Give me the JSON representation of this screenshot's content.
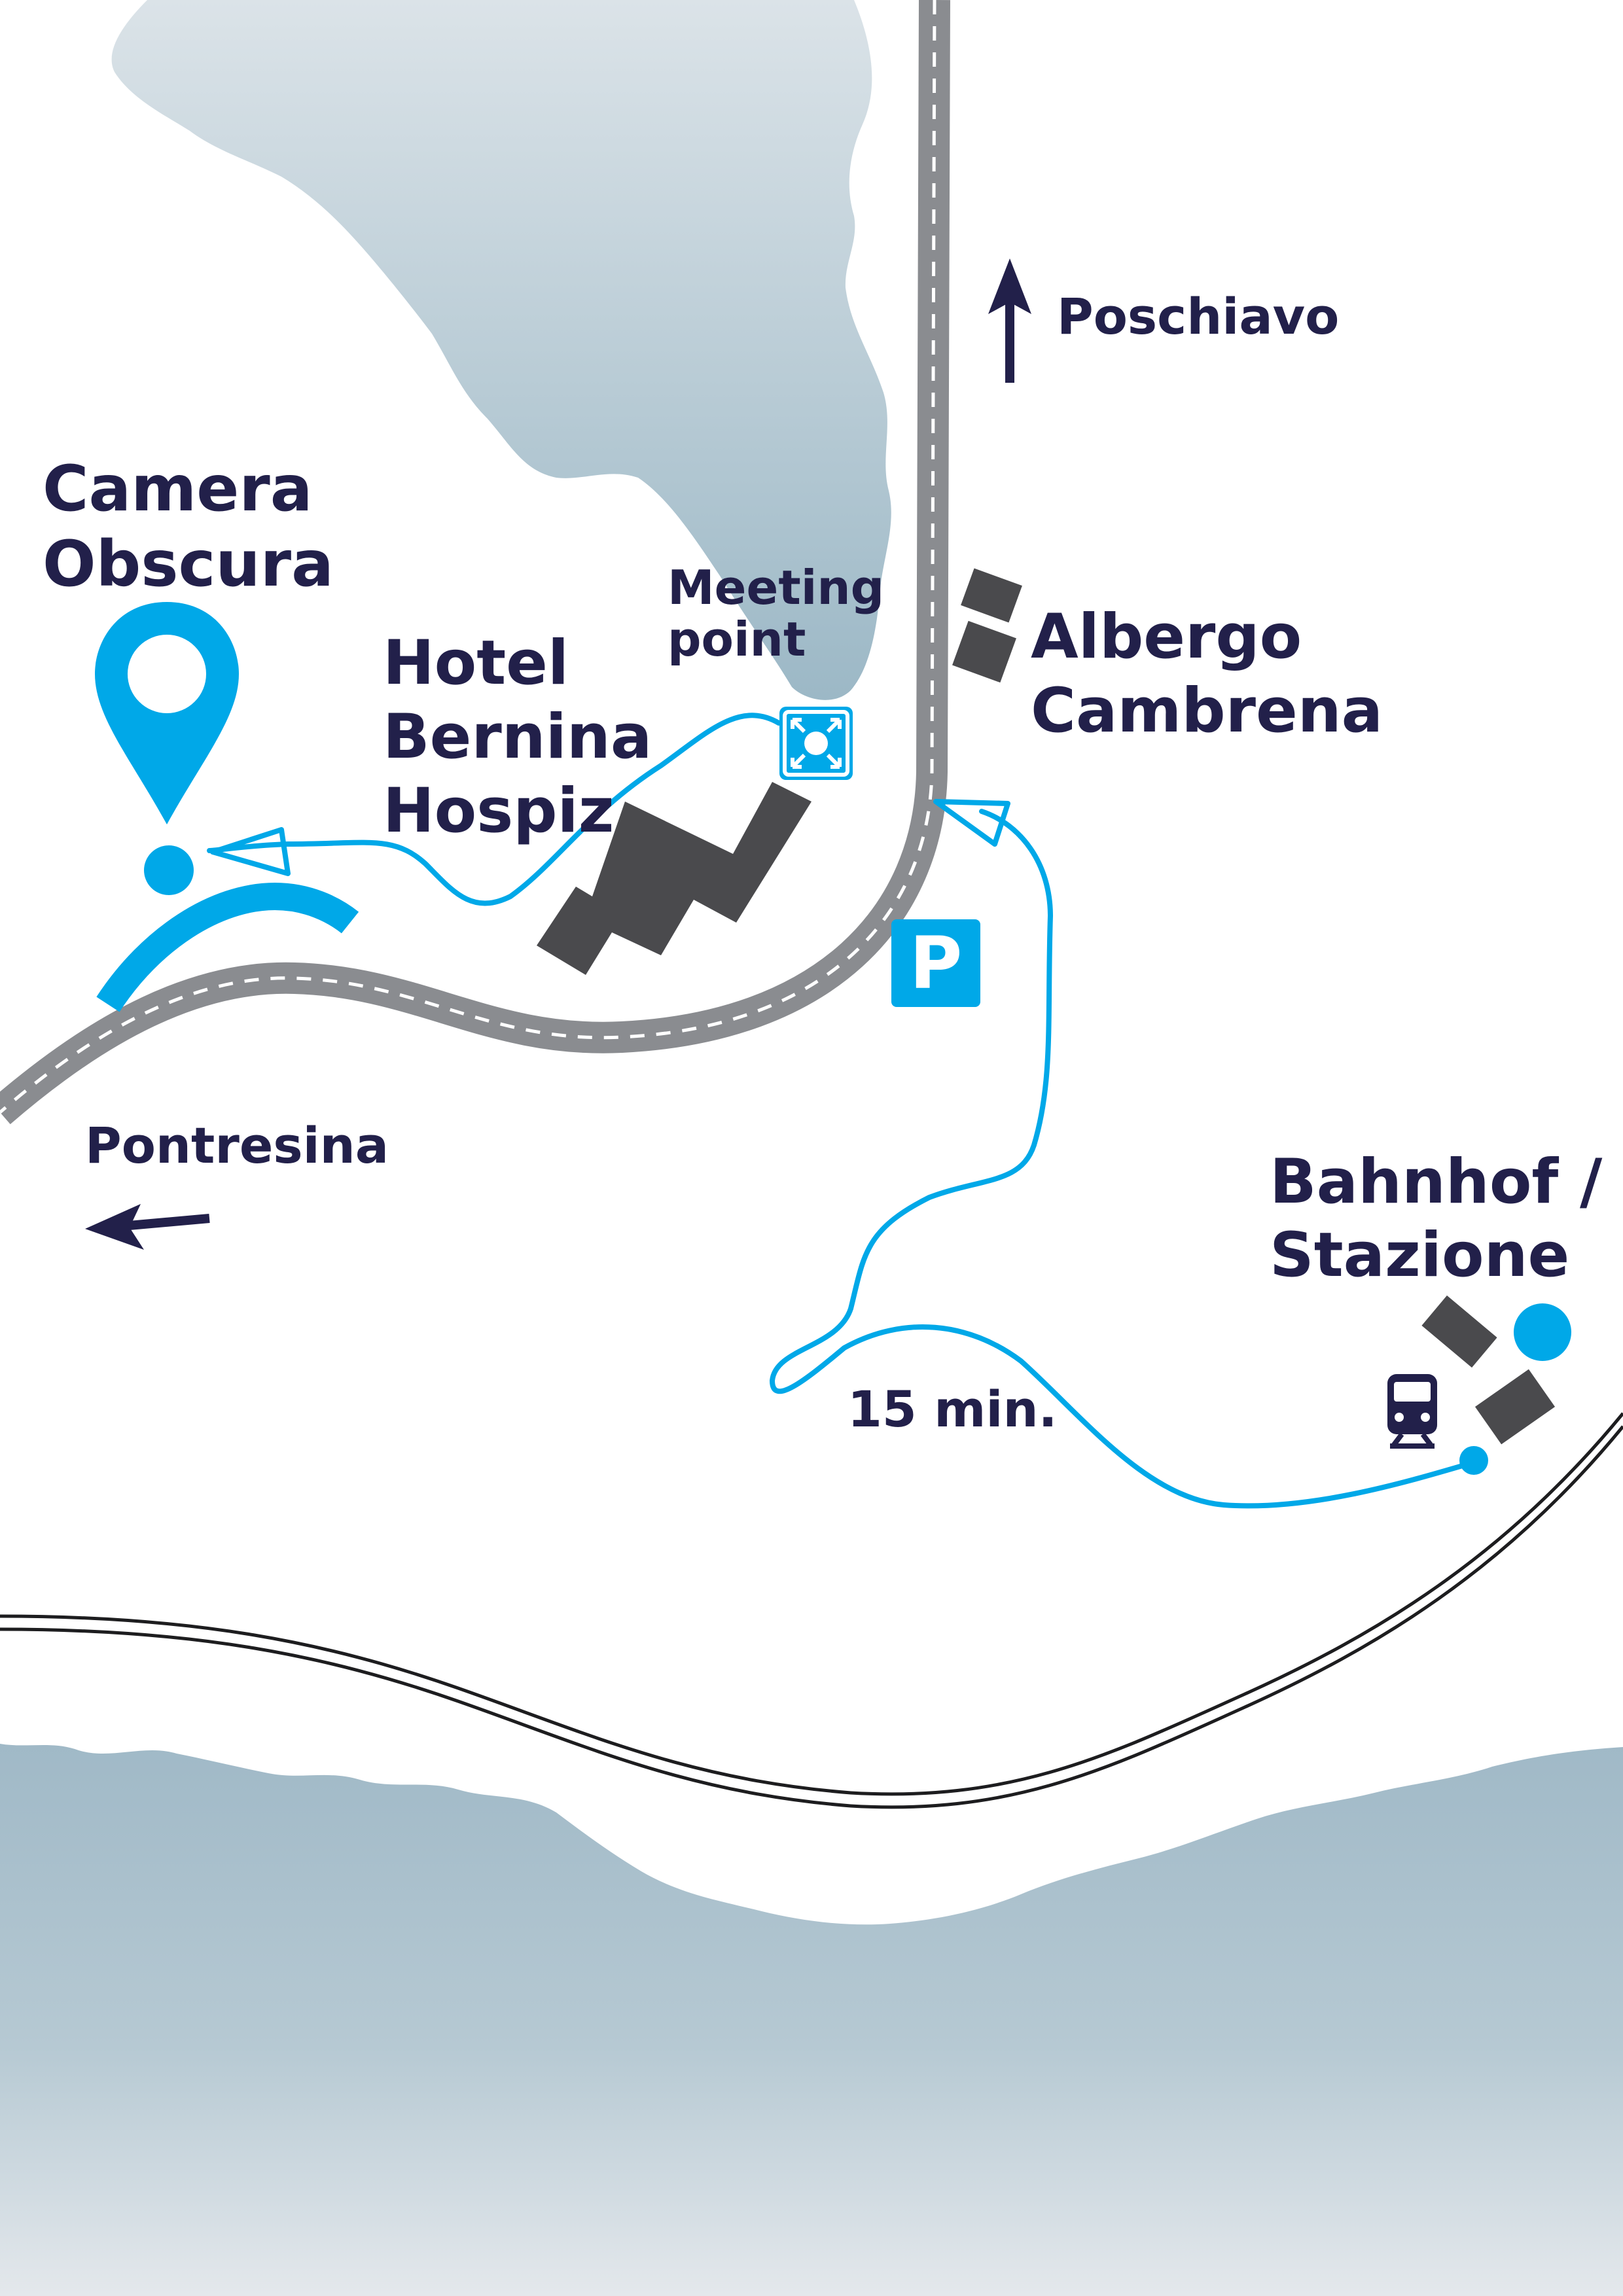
{
  "labels": {
    "camera_obscura_line1": "Camera",
    "camera_obscura_line2": "Obscura",
    "hotel_line1": "Hotel",
    "hotel_line2": "Bernina",
    "hotel_line3": "Hospiz",
    "meeting_line1": "Meeting",
    "meeting_line2": "point",
    "albergo_line1": "Albergo",
    "albergo_line2": "Cambrena",
    "poschiavo": "Poschiavo",
    "pontresina": "Pontresina",
    "bahnhof_line1": "Bahnhof /",
    "bahnhof_line2": "Stazione",
    "walk_time": "15 min.",
    "parking": "P"
  },
  "icons": {
    "destination": "map-pin-icon",
    "meeting": "meeting-point-icon",
    "parking": "parking-icon",
    "train": "train-icon"
  },
  "colors": {
    "route_blue": "#00a8e8",
    "text_navy": "#22204a",
    "road_grey": "#8a8c90",
    "building_dark": "#4a4a4d",
    "lake_top": "#d8e0e5",
    "lake_bottom": "#9fbbc8",
    "mountain_top": "#a2bac8",
    "mountain_bottom": "#e2e6ea"
  }
}
